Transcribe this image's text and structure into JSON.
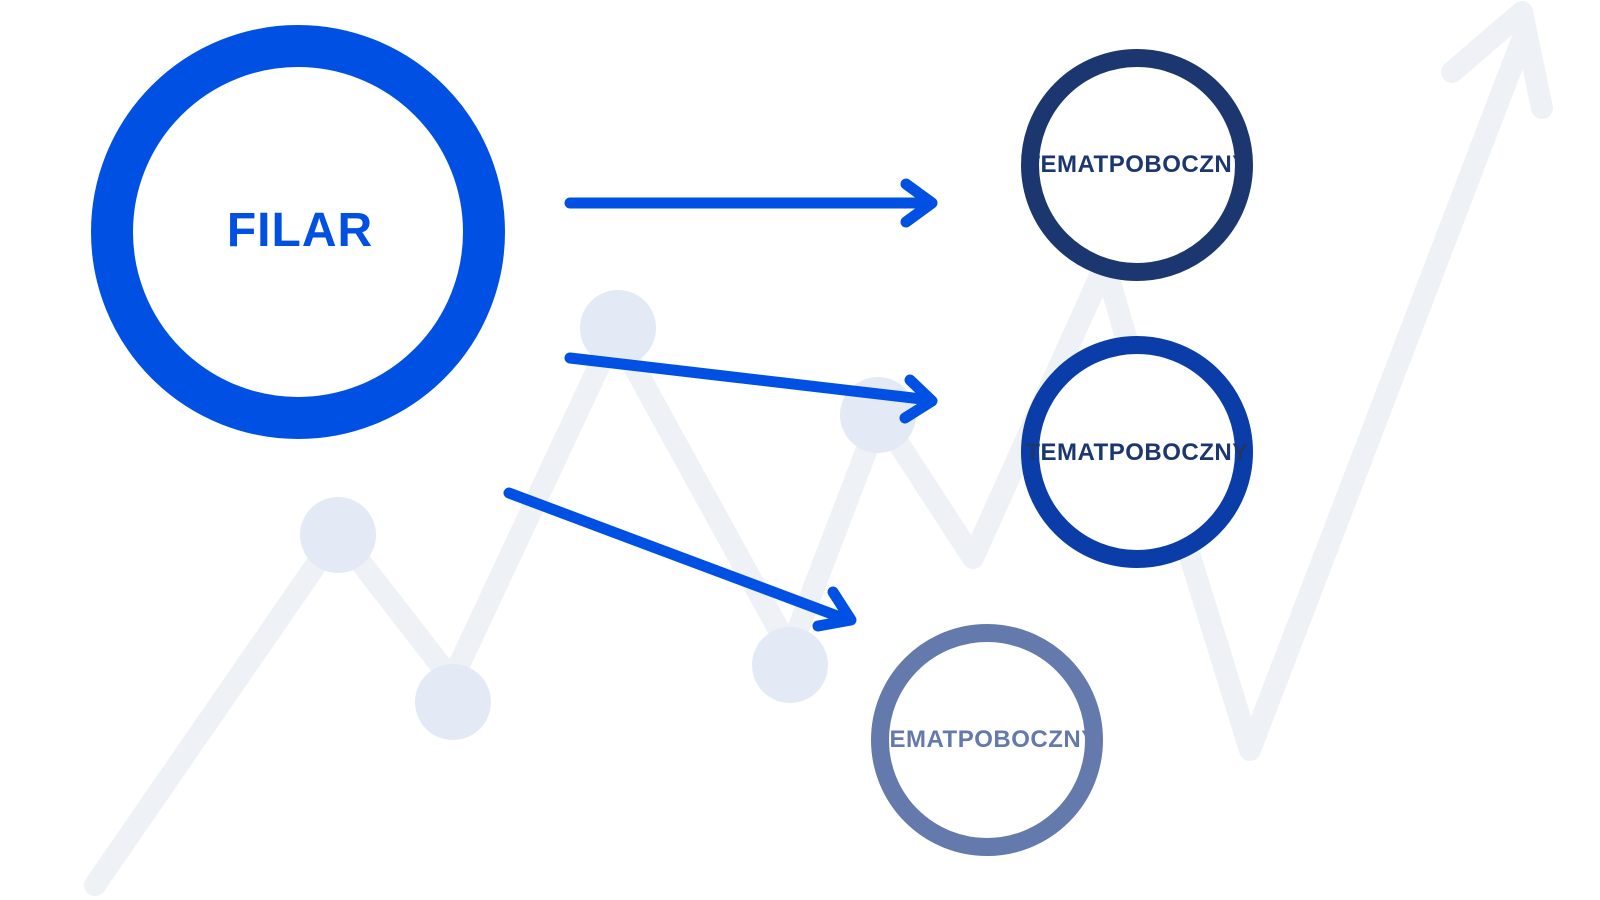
{
  "pillar": {
    "label": "FILAR",
    "color": "#0051E3"
  },
  "topics": [
    {
      "line1": "TEMAT",
      "line2": "POBOCZNY",
      "ring_color": "#1C376F",
      "text_color": "#1C376F"
    },
    {
      "line1": "TEMAT",
      "line2": "POBOCZNY",
      "ring_color": "#0A3DA8",
      "text_color": "#1C376F"
    },
    {
      "line1": "TEMAT",
      "line2": "POBOCZNY",
      "ring_color": "#6479AC",
      "text_color": "#6479AC"
    }
  ],
  "colors": {
    "arrow": "#0051E3",
    "background_line": "#EEF1F6",
    "background_node": "#E3E9F5",
    "background": "#FFFFFF"
  }
}
